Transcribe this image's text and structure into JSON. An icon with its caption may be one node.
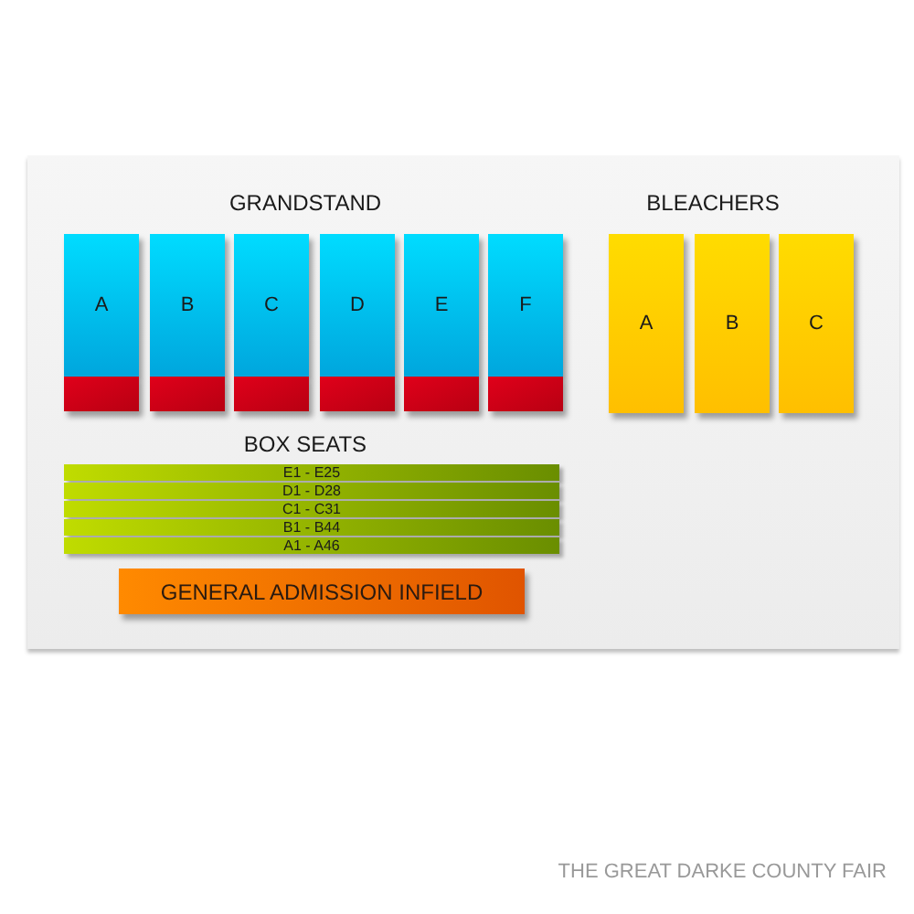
{
  "diagram": {
    "caption": "THE GREAT DARKE COUNTY FAIR",
    "nodes": [
      {
        "text": [
          "A"
        ]
      },
      {
        "text": [
          "B"
        ]
      },
      {
        "text": [
          "C"
        ]
      },
      {
        "text": [
          "D"
        ]
      },
      {
        "text": [
          "E"
        ]
      },
      {
        "text": [
          "F"
        ]
      },
      {
        "text": [
          "A"
        ]
      },
      {
        "text": [
          "B"
        ]
      },
      {
        "text": [
          "C"
        ]
      },
      {
        "text": [],
        "shape": "box"
      },
      {
        "text": [],
        "shape": "box"
      },
      {
        "text": [],
        "shape": "box"
      },
      {
        "text": [],
        "shape": "box"
      },
      {
        "text": [],
        "shape": "box"
      },
      {
        "text": [],
        "shape": "box"
      },
      {
        "text": [
          "E1 - E25"
        ]
      },
      {
        "text": [
          "D1 - D28"
        ]
      },
      {
        "text": [
          "C1 - C31"
        ]
      },
      {
        "text": [
          "B1 - B44"
        ]
      },
      {
        "text": [
          "A1 - A46"
        ]
      },
      {
        "text": [
          "GENERAL ADMISSION INFIELD"
        ]
      }
    ],
    "labels": [
      "GRANDSTAND",
      "BLEACHERS",
      "BOX SEATS"
    ]
  }
}
